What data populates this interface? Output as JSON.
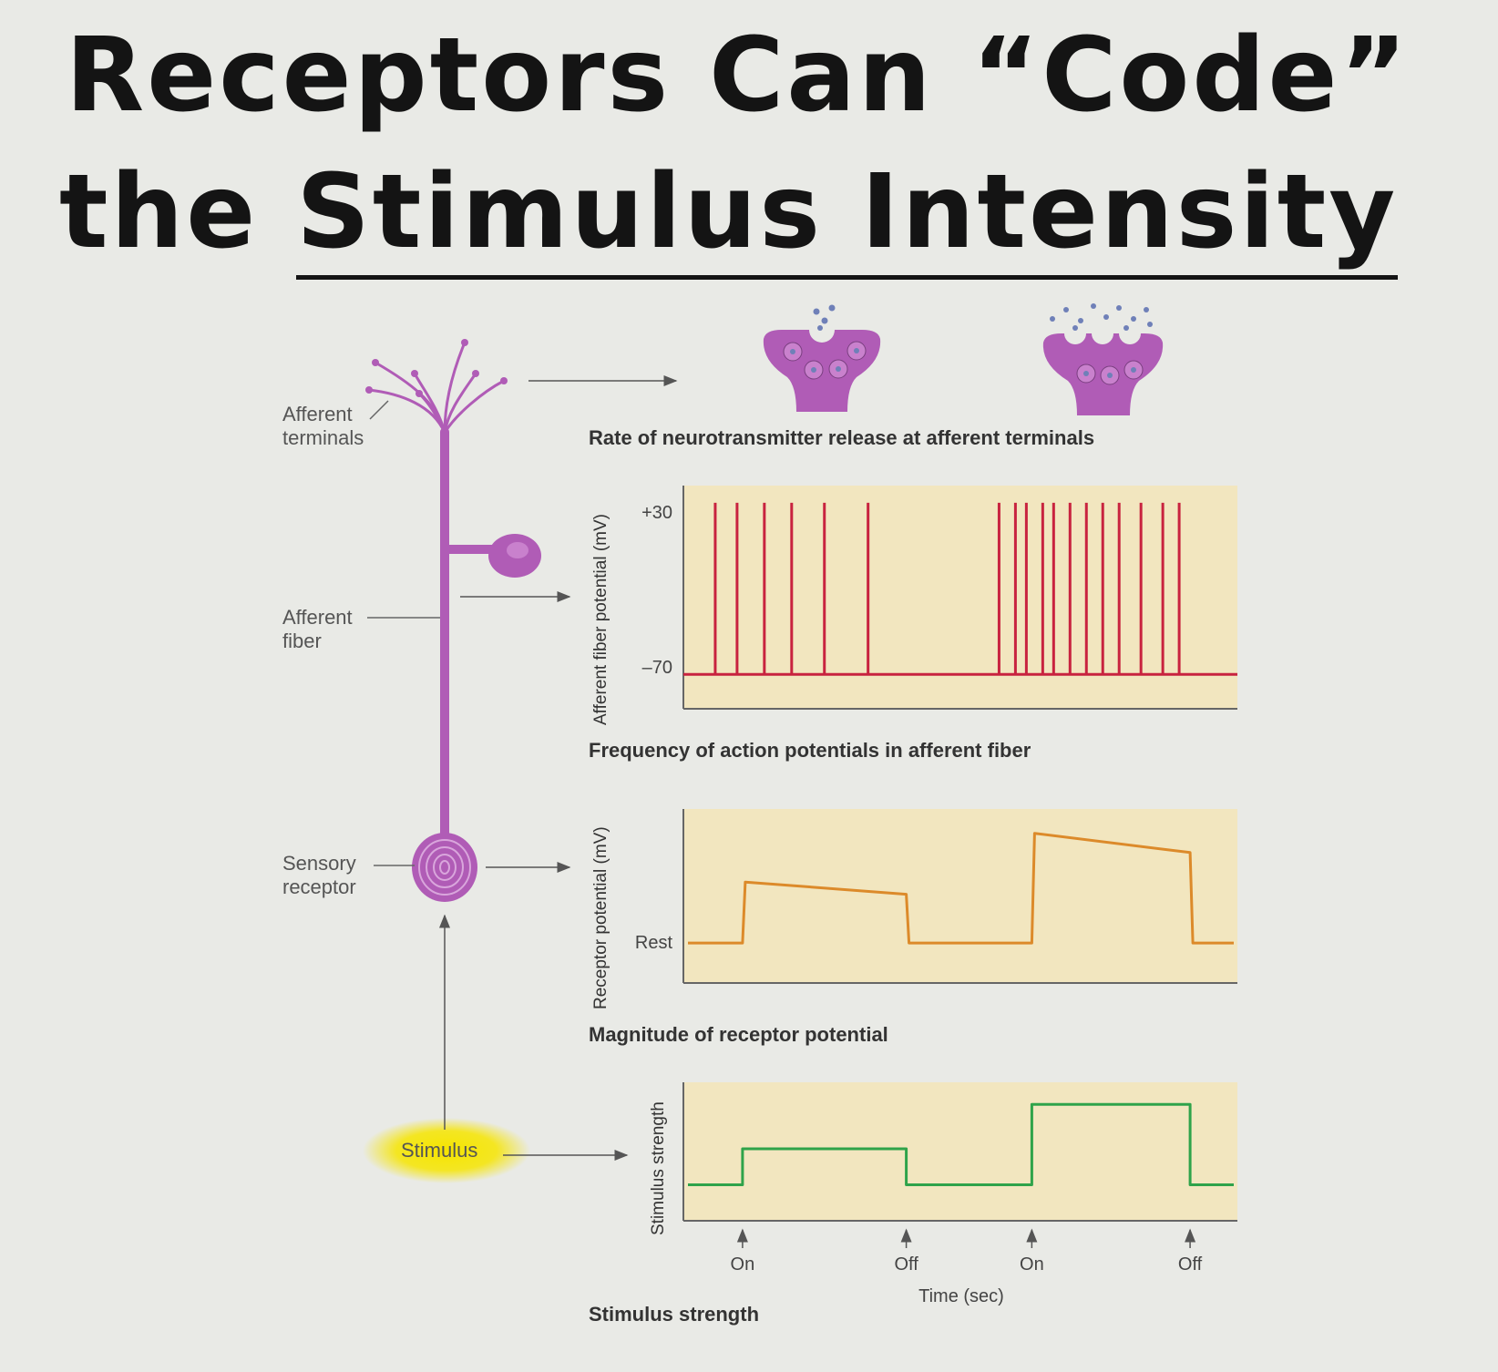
{
  "title": {
    "line1": "Receptors Can “Code”",
    "line2_prefix": "the ",
    "line2_underlined": "Stimulus Intensity"
  },
  "neuron_labels": {
    "afferent_terminals_1": "Afferent",
    "afferent_terminals_2": "terminals",
    "afferent_fiber_1": "Afferent",
    "afferent_fiber_2": "fiber",
    "sensory_receptor_1": "Sensory",
    "sensory_receptor_2": "receptor",
    "stimulus": "Stimulus"
  },
  "captions": {
    "neurotransmitter": "Rate of neurotransmitter release at afferent terminals",
    "action_potentials": "Frequency of action potentials in afferent fiber",
    "receptor_potential": "Magnitude of receptor potential",
    "stimulus_strength": "Stimulus strength"
  },
  "colors": {
    "neuron": "#b05cb6",
    "panel": "#f2e6bf",
    "spikes": "#c8233f",
    "receptor_trace": "#dc8a2a",
    "stimulus_trace": "#2fa34a",
    "highlight": "#f6e500"
  },
  "chart_data": [
    {
      "type": "line",
      "name": "action-potentials",
      "ylabel": "Afferent fiber potential (mV)",
      "yticks": [
        "+30",
        "–70"
      ],
      "ylim": [
        -90,
        40
      ],
      "rest_mv": -70,
      "peak_mv": 30,
      "xlim": [
        0,
        10
      ],
      "spike_times": [
        0.5,
        0.9,
        1.4,
        1.9,
        2.5,
        3.3,
        5.7,
        6.0,
        6.2,
        6.5,
        6.7,
        7.0,
        7.3,
        7.6,
        7.9,
        8.3,
        8.7,
        9.0
      ]
    },
    {
      "type": "line",
      "name": "receptor-potential",
      "ylabel": "Receptor potential (mV)",
      "yticks": [
        "Rest"
      ],
      "ylim": [
        0,
        1
      ],
      "xlim": [
        0,
        10
      ],
      "x": [
        0,
        1,
        1.05,
        4.0,
        4.05,
        6.3,
        6.35,
        9.2,
        9.25,
        10
      ],
      "y": [
        0.23,
        0.23,
        0.58,
        0.51,
        0.23,
        0.23,
        0.86,
        0.75,
        0.23,
        0.23
      ]
    },
    {
      "type": "line",
      "name": "stimulus-strength",
      "ylabel": "Stimulus strength",
      "ylim": [
        0,
        1
      ],
      "xlim": [
        0,
        10
      ],
      "x": [
        0,
        1,
        1,
        4,
        4,
        6.3,
        6.3,
        9.2,
        9.2,
        10
      ],
      "y": [
        0.26,
        0.26,
        0.52,
        0.52,
        0.26,
        0.26,
        0.84,
        0.84,
        0.26,
        0.26
      ],
      "xticks": [
        {
          "x": 1,
          "label": "On"
        },
        {
          "x": 4,
          "label": "Off"
        },
        {
          "x": 6.3,
          "label": "On"
        },
        {
          "x": 9.2,
          "label": "Off"
        }
      ],
      "xlabel": "Time (sec)"
    }
  ]
}
